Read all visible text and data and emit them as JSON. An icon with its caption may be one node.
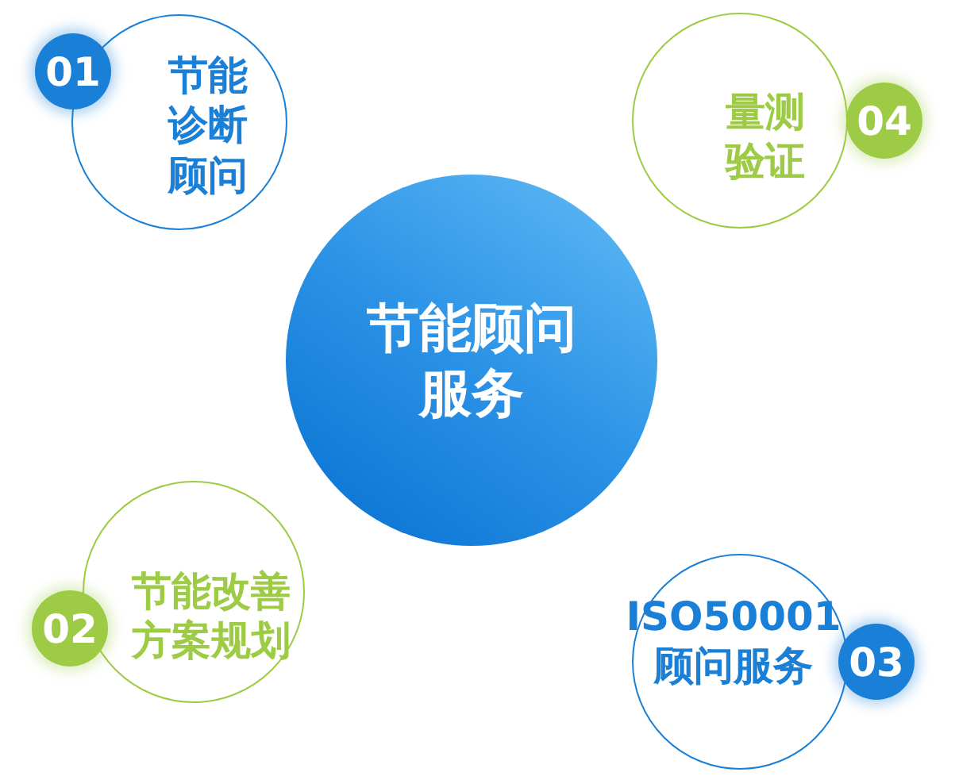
{
  "diagram": {
    "nodes": [
      {
        "text": [
          "节能诊断顾问"
        ]
      },
      {
        "text": [
          "01"
        ]
      },
      {
        "text": [
          "量测验证"
        ]
      },
      {
        "text": [
          "04"
        ]
      },
      {
        "text": [
          "节能顾问服务"
        ]
      },
      {
        "text": [
          "节能改善方案规划"
        ]
      },
      {
        "text": [
          "02"
        ]
      },
      {
        "text": [
          "ISO50001顾问服务"
        ]
      },
      {
        "text": [
          "03"
        ]
      }
    ]
  }
}
